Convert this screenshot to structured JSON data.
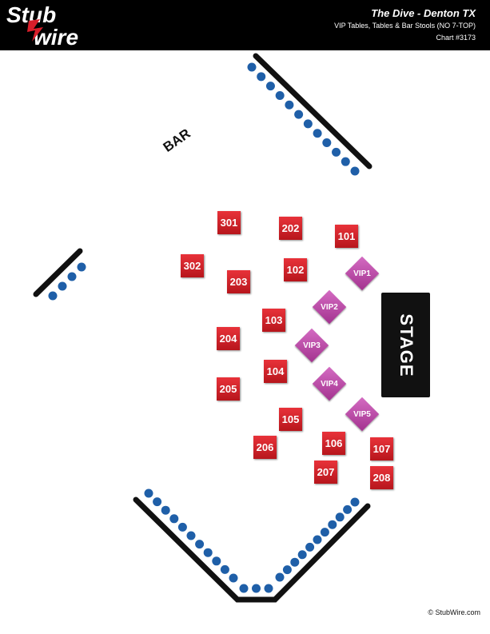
{
  "header": {
    "brand": "StubWire",
    "title": "The Dive - Denton TX",
    "subtitle": "VIP Tables, Tables & Bar Stools (NO 7-TOP)",
    "chart_no": "Chart #3173"
  },
  "labels": {
    "stage": "STAGE",
    "bar": "BAR"
  },
  "tables": [
    "301",
    "202",
    "101",
    "302",
    "102",
    "203",
    "103",
    "204",
    "104",
    "205",
    "105",
    "206",
    "106",
    "107",
    "207",
    "208"
  ],
  "vip_tables": [
    "VIP1",
    "VIP2",
    "VIP3",
    "VIP4",
    "VIP5"
  ],
  "seat_groups": {
    "top_right_bar_stools": 12,
    "left_rail_stools": 4,
    "bottom_v_left_stools": 11,
    "bottom_v_right_stools": 11,
    "bottom_v_center_stools": 3
  },
  "colors": {
    "header": "#000000",
    "table": "#cf2027",
    "vip": "#b8449f",
    "stool": "#1f5fa8",
    "stage": "#111111"
  },
  "footer": {
    "copyright": "© StubWire.com"
  }
}
